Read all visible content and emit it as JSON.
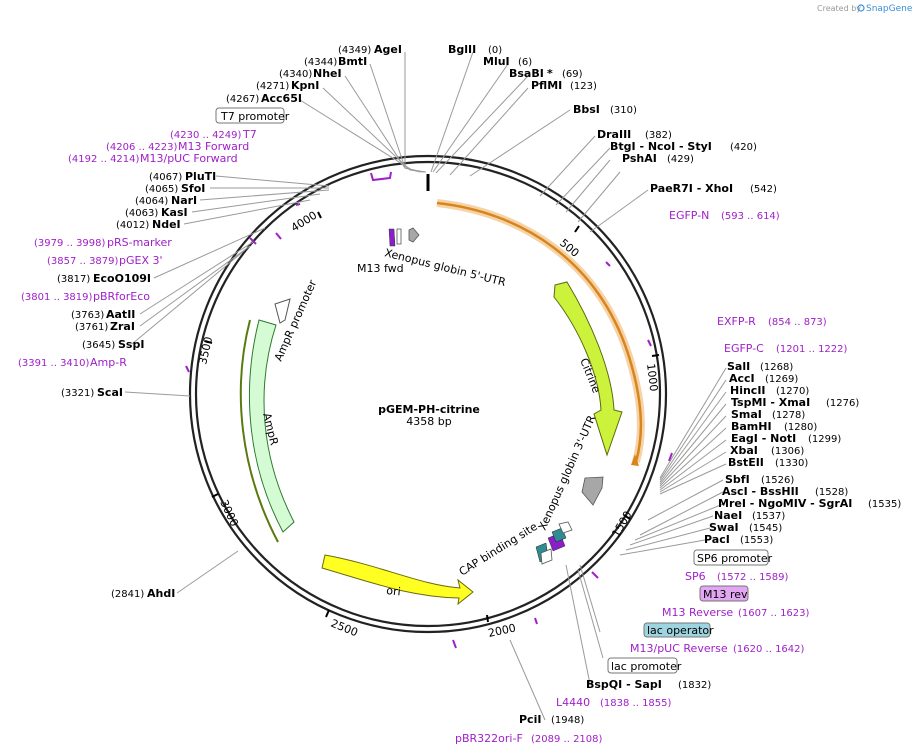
{
  "credit": {
    "prefix": "Created by",
    "brand": "SnapGene"
  },
  "plasmid": {
    "name": "pGEM-PH-citrine",
    "size": "4358 bp"
  },
  "ticks": [
    "500",
    "1000",
    "1500",
    "2000",
    "2500",
    "3000",
    "3500",
    "4000"
  ],
  "sites": [
    {
      "name": "AgeI",
      "pos": "(4349)"
    },
    {
      "name": "BmtI",
      "pos": "(4344)"
    },
    {
      "name": "NheI",
      "pos": "(4340)"
    },
    {
      "name": "KpnI",
      "pos": "(4271)"
    },
    {
      "name": "Acc65I",
      "pos": "(4267)"
    },
    {
      "name": "BglII",
      "pos": "(0)"
    },
    {
      "name": "MluI",
      "pos": "(6)"
    },
    {
      "name": "BsaBI",
      "mark": "*",
      "pos": "(69)"
    },
    {
      "name": "PflMI",
      "pos": "(123)"
    },
    {
      "name": "BbsI",
      "pos": "(310)"
    },
    {
      "name": "DraIII",
      "pos": "(382)"
    },
    {
      "name": "BtgI  - NcoI  - StyI",
      "pos": "(420)"
    },
    {
      "name": "PshAI",
      "pos": "(429)"
    },
    {
      "name": "PaeR7I  - XhoI",
      "pos": "(542)"
    },
    {
      "name": "SalI",
      "pos": "(1268)"
    },
    {
      "name": "AccI",
      "pos": "(1269)"
    },
    {
      "name": "HincII",
      "pos": "(1270)"
    },
    {
      "name": "TspMI  - XmaI",
      "pos": "(1276)"
    },
    {
      "name": "SmaI",
      "pos": "(1278)"
    },
    {
      "name": "BamHI",
      "pos": "(1280)"
    },
    {
      "name": "EagI  - NotI",
      "pos": "(1299)"
    },
    {
      "name": "XbaI",
      "pos": "(1306)"
    },
    {
      "name": "BstEII",
      "pos": "(1330)"
    },
    {
      "name": "SbfI",
      "pos": "(1526)"
    },
    {
      "name": "AscI  - BssHII",
      "pos": "(1528)"
    },
    {
      "name": "MreI  - NgoMIV  - SgrAI",
      "pos": "(1535)"
    },
    {
      "name": "NaeI",
      "pos": "(1537)"
    },
    {
      "name": "SwaI",
      "pos": "(1545)"
    },
    {
      "name": "PacI",
      "pos": "(1553)"
    },
    {
      "name": "PluTI",
      "pos": "(4067)"
    },
    {
      "name": "SfoI",
      "pos": "(4065)"
    },
    {
      "name": "NarI",
      "pos": "(4064)"
    },
    {
      "name": "KasI",
      "pos": "(4063)"
    },
    {
      "name": "NdeI",
      "pos": "(4012)"
    },
    {
      "name": "EcoO109I",
      "pos": "(3817)"
    },
    {
      "name": "AatII",
      "pos": "(3763)"
    },
    {
      "name": "ZraI",
      "pos": "(3761)"
    },
    {
      "name": "SspI",
      "pos": "(3645)"
    },
    {
      "name": "ScaI",
      "pos": "(3321)"
    },
    {
      "name": "AhdI",
      "pos": "(2841)"
    },
    {
      "name": "BspQI  - SapI",
      "pos": "(1832)"
    },
    {
      "name": "PciI",
      "pos": "(1948)"
    }
  ],
  "primers": [
    {
      "name": "T7",
      "range": "(4230 .. 4249)"
    },
    {
      "name": "M13 Forward",
      "range": "(4206 .. 4223)"
    },
    {
      "name": "M13/pUC Forward",
      "range": "(4192 .. 4214)"
    },
    {
      "name": "pRS-marker",
      "range": "(3979 .. 3998)"
    },
    {
      "name": "pGEX 3'",
      "range": "(3857 .. 3879)"
    },
    {
      "name": "pBRforEco",
      "range": "(3801 .. 3819)"
    },
    {
      "name": "Amp-R",
      "range": "(3391 .. 3410)"
    },
    {
      "name": "EGFP-N",
      "range": "(593 .. 614)"
    },
    {
      "name": "EXFP-R",
      "range": "(854 .. 873)"
    },
    {
      "name": "EGFP-C",
      "range": "(1201 .. 1222)"
    },
    {
      "name": "SP6",
      "range": "(1572 .. 1589)"
    },
    {
      "name": "M13 Reverse",
      "range": "(1607 .. 1623)"
    },
    {
      "name": "M13/pUC Reverse",
      "range": "(1620 .. 1642)"
    },
    {
      "name": "L4440",
      "range": "(1838 .. 1855)"
    },
    {
      "name": "pBR322ori-F",
      "range": "(2089 .. 2108)"
    }
  ],
  "boxed": [
    "T7 promoter",
    "SP6 promoter",
    "M13 rev",
    "lac operator",
    "lac promoter"
  ],
  "features": {
    "m13fwd": "M13 fwd",
    "x5utr": "Xenopus globin 5'-UTR",
    "citrine": "Citrine",
    "x3utr": "Xenopus globin 3'-UTR",
    "cap": "CAP binding site",
    "ori": "ori",
    "amprprom": "AmpR promoter",
    "ampr": "AmpR"
  }
}
